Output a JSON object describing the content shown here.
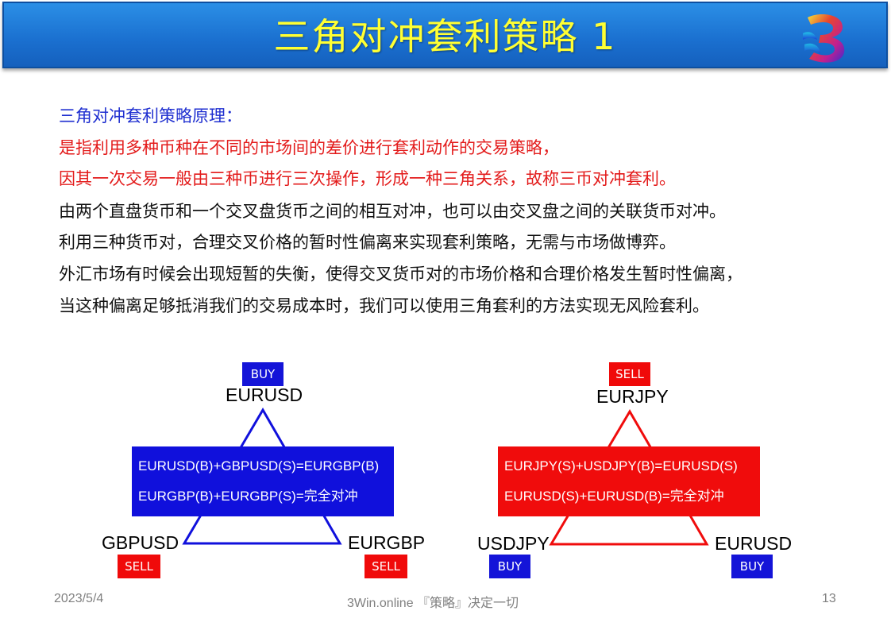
{
  "header": {
    "title": "三角对冲套利策略 1"
  },
  "content": {
    "heading": "三角对冲套利策略原理：",
    "red_lines": [
      "是指利用多种币种在不同的市场间的差价进行套利动作的交易策略，",
      "因其一次交易一般由三种币进行三次操作，形成一种三角关系，故称三币对冲套利。"
    ],
    "black_lines": [
      "由两个直盘货币和一个交叉盘货币之间的相互对冲，也可以由交叉盘之间的关联货币对冲。",
      "利用三种货币对，合理交叉价格的暂时性偏离来实现套利策略，无需与市场做博弈。",
      "外汇市场有时候会出现短暂的失衡，使得交叉货币对的市场价格和合理价格发生暂时性偏离，",
      "当这种偏离足够抵消我们的交易成本时，我们可以使用三角套利的方法实现无风险套利。"
    ]
  },
  "diagrams": {
    "left": {
      "color": "#1010dc",
      "top": {
        "pair": "EURUSD",
        "action": "BUY"
      },
      "bottom_left": {
        "pair": "GBPUSD",
        "action": "SELL"
      },
      "bottom_right": {
        "pair": "EURGBP",
        "action": "SELL"
      },
      "formula_1": "EURUSD(B)+GBPUSD(S)=EURGBP(B)",
      "formula_2": "EURGBP(B)+EURGBP(S)=完全对冲"
    },
    "right": {
      "color": "#f00c0c",
      "top": {
        "pair": "EURJPY",
        "action": "SELL"
      },
      "bottom_left": {
        "pair": "USDJPY",
        "action": "BUY"
      },
      "bottom_right": {
        "pair": "EURUSD",
        "action": "BUY"
      },
      "formula_1": "EURJPY(S)+USDJPY(B)=EURUSD(S)",
      "formula_2": "EURUSD(S)+EURUSD(B)=完全对冲"
    }
  },
  "footer": {
    "date": "2023/5/4",
    "center": "3Win.online 『策略』决定一切",
    "page_number": "13"
  },
  "icons": {
    "logo": "3win-logo-icon"
  }
}
